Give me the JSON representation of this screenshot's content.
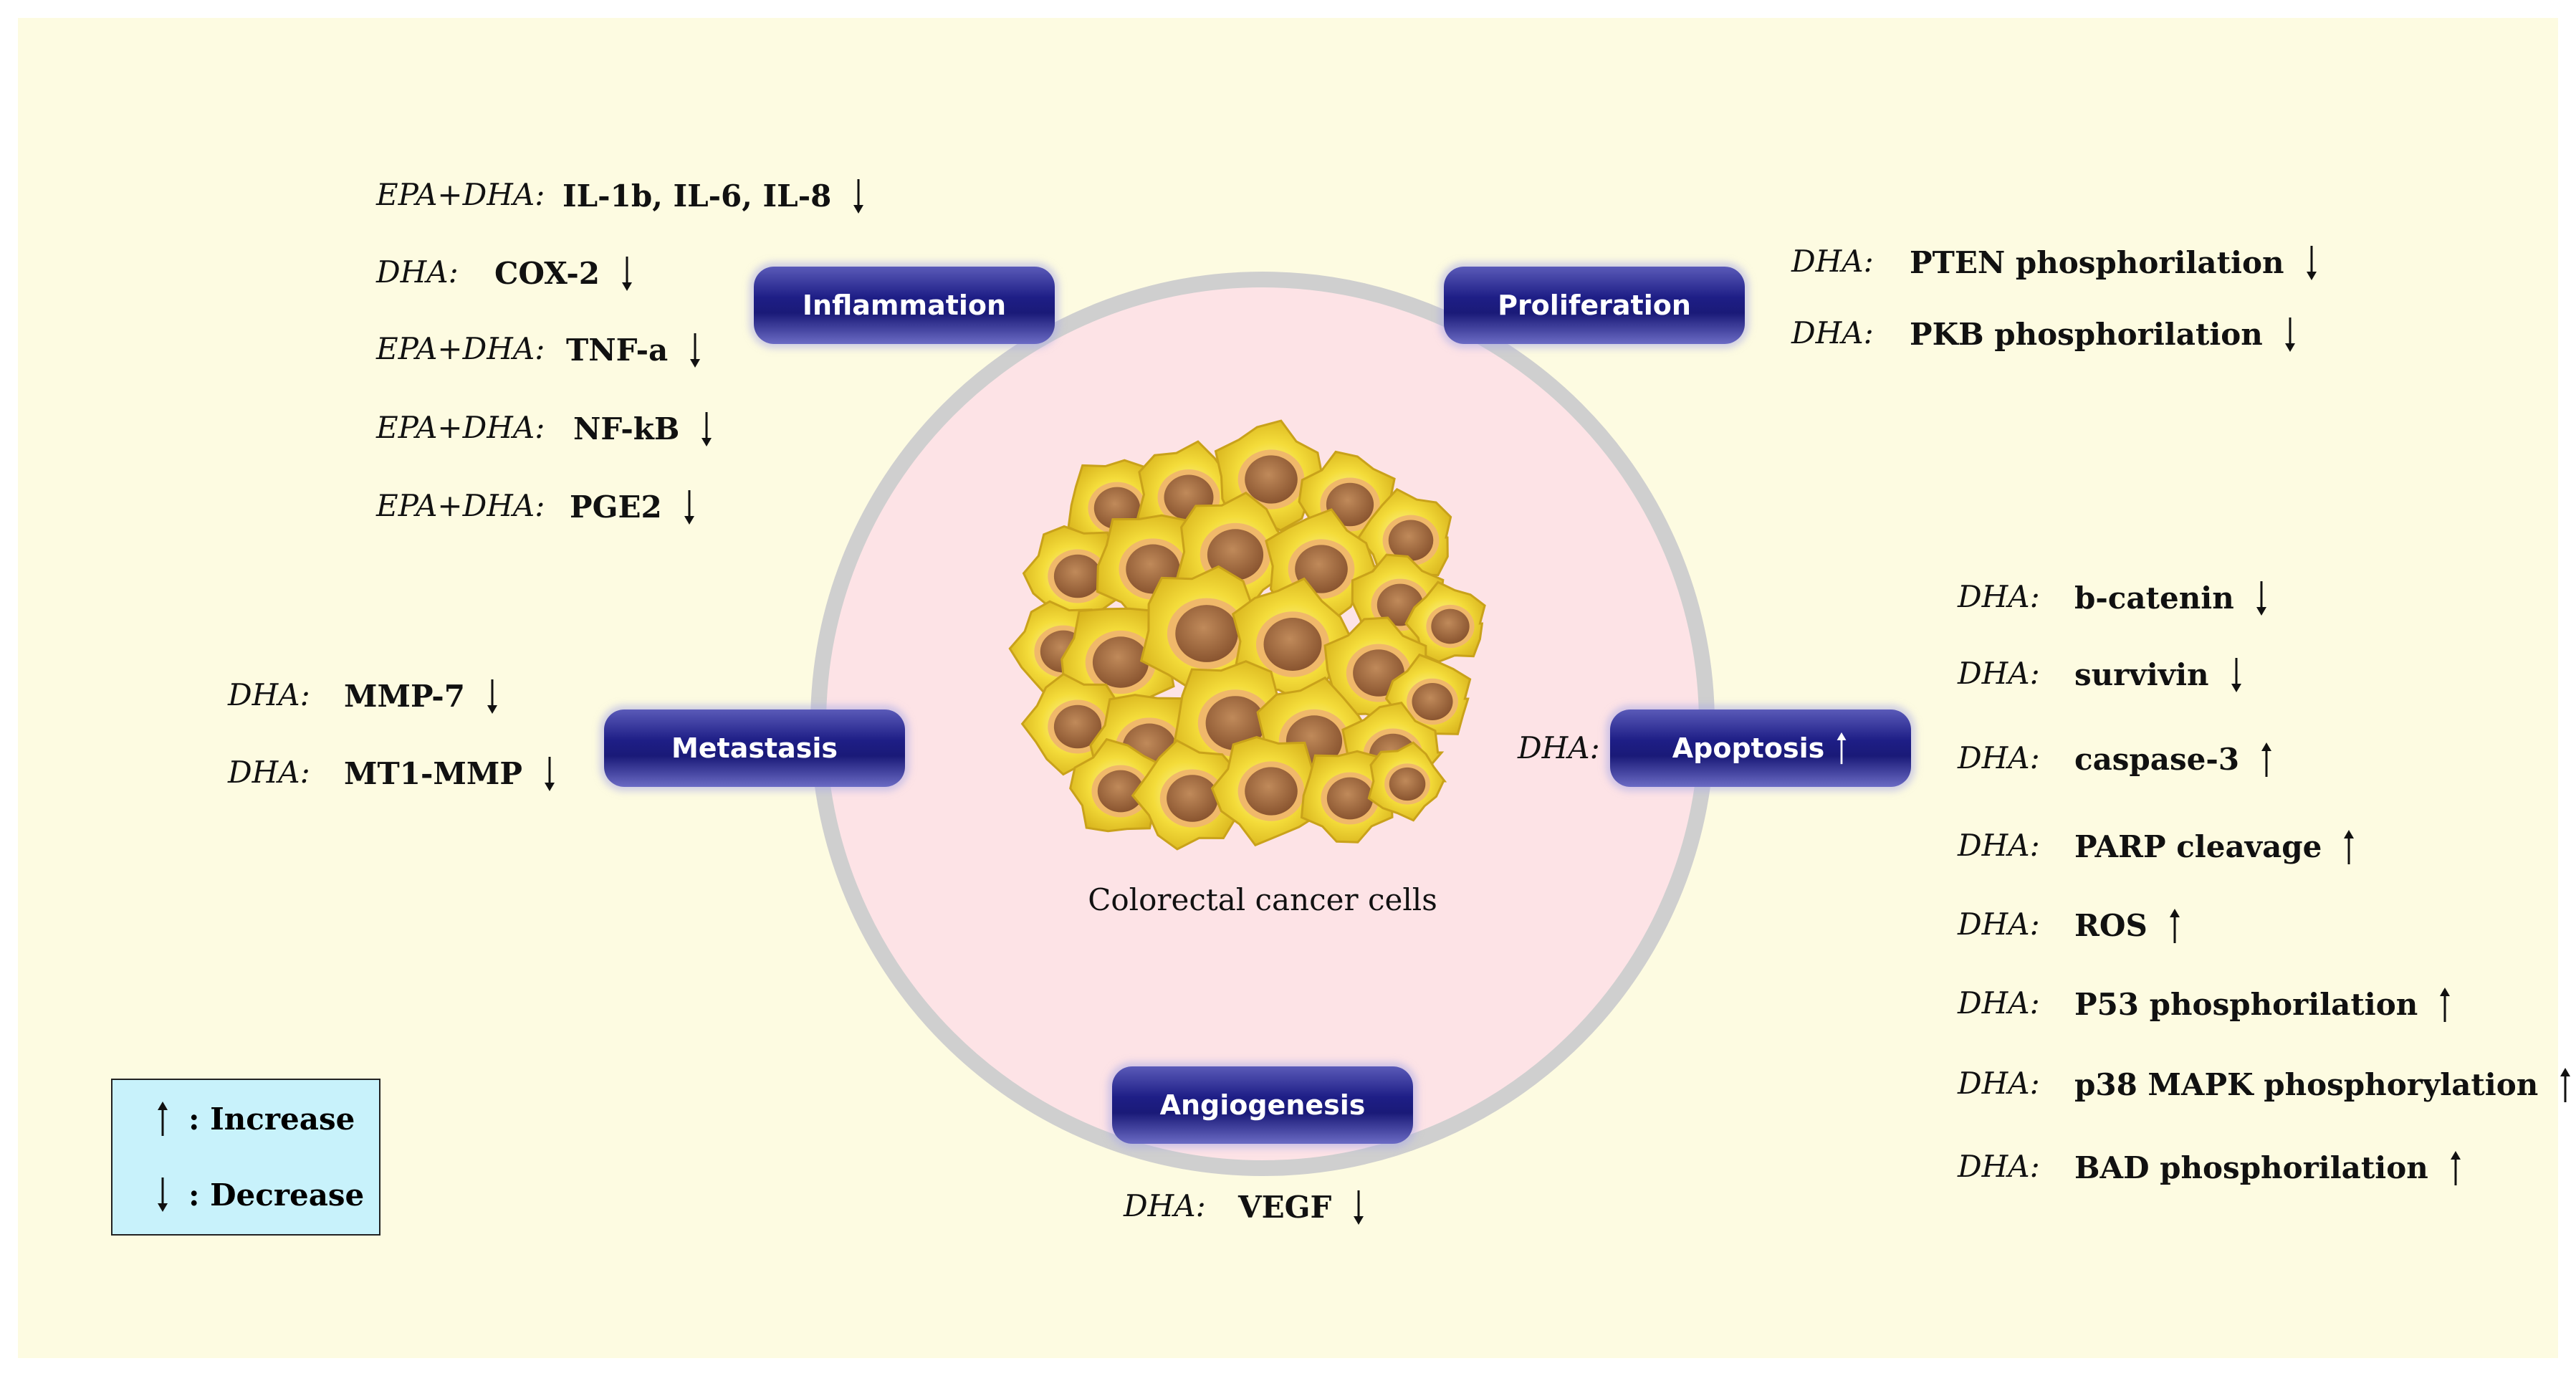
{
  "center": {
    "label": "Colorectal cancer cells"
  },
  "categories": {
    "inflammation": "Inflammation",
    "proliferation": "Proliferation",
    "metastasis": "Metastasis",
    "apoptosis": "Apoptosis",
    "angiogenesis": "Angiogenesis"
  },
  "apoptosis_prefix": "DHA:",
  "inflammation_effects": [
    {
      "agent": "EPA+DHA:",
      "target": "IL-1b, IL-6, IL-8",
      "direction": "down"
    },
    {
      "agent": "DHA:",
      "target": "COX-2",
      "direction": "down"
    },
    {
      "agent": "EPA+DHA:",
      "target": "TNF-a",
      "direction": "down"
    },
    {
      "agent": "EPA+DHA:",
      "target": "NF-kB",
      "direction": "down"
    },
    {
      "agent": "EPA+DHA:",
      "target": "PGE2",
      "direction": "down"
    }
  ],
  "proliferation_effects": [
    {
      "agent": "DHA:",
      "target": "PTEN phosphorilation",
      "direction": "down"
    },
    {
      "agent": "DHA:",
      "target": "PKB phosphorilation",
      "direction": "down"
    }
  ],
  "metastasis_effects": [
    {
      "agent": "DHA:",
      "target": "MMP-7",
      "direction": "down"
    },
    {
      "agent": "DHA:",
      "target": "MT1-MMP",
      "direction": "down"
    }
  ],
  "apoptosis_effects": [
    {
      "agent": "DHA:",
      "target": "b-catenin",
      "direction": "down"
    },
    {
      "agent": "DHA:",
      "target": "survivin",
      "direction": "down"
    },
    {
      "agent": "DHA:",
      "target": "caspase-3",
      "direction": "up"
    },
    {
      "agent": "DHA:",
      "target": "PARP cleavage",
      "direction": "up"
    },
    {
      "agent": "DHA:",
      "target": "ROS",
      "direction": "up"
    },
    {
      "agent": "DHA:",
      "target": "P53 phosphorilation",
      "direction": "up"
    },
    {
      "agent": "DHA:",
      "target": "p38 MAPK phosphorylation",
      "direction": "up"
    },
    {
      "agent": "DHA:",
      "target": "BAD phosphorilation",
      "direction": "up"
    }
  ],
  "angiogenesis_effects": [
    {
      "agent": "DHA:",
      "target": "VEGF",
      "direction": "down"
    }
  ],
  "legend": {
    "increase": ": Increase",
    "decrease": ": Decrease"
  },
  "colors": {
    "background": "#fdfbe1",
    "circle_fill": "#fde3e6",
    "ring": "#cfcfcf",
    "pill": "#1e1e86",
    "legend_fill": "#c8f2fb"
  }
}
